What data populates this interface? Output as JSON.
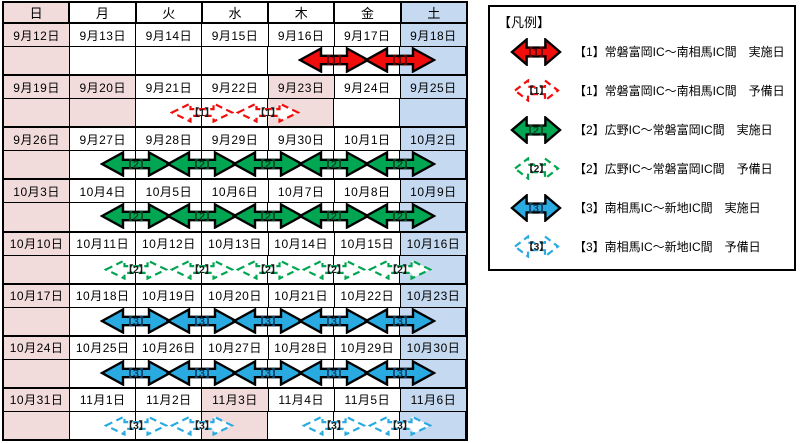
{
  "colors": {
    "holiday_bg": "#f2dcdb",
    "saturday_bg": "#c5d9f1",
    "weekday_bg": "#ffffff",
    "grid": "#000000"
  },
  "series": {
    "1": {
      "label": "【1】",
      "color": "#f20d0d",
      "dark": "#5d0808"
    },
    "2": {
      "label": "【2】",
      "color": "#00a651",
      "dark": "#0b4526"
    },
    "3": {
      "label": "【3】",
      "color": "#29abe2",
      "dark": "#103f63"
    }
  },
  "calendar": {
    "day_headers": [
      {
        "label": "日",
        "type": "sun"
      },
      {
        "label": "月",
        "type": "wd"
      },
      {
        "label": "火",
        "type": "wd"
      },
      {
        "label": "水",
        "type": "wd"
      },
      {
        "label": "木",
        "type": "wd"
      },
      {
        "label": "金",
        "type": "wd"
      },
      {
        "label": "土",
        "type": "sat"
      }
    ],
    "weeks": [
      {
        "cells": [
          {
            "date": "9月12日",
            "type": "sun"
          },
          {
            "date": "9月13日",
            "type": "wd"
          },
          {
            "date": "9月14日",
            "type": "wd"
          },
          {
            "date": "9月15日",
            "type": "wd"
          },
          {
            "date": "9月16日",
            "type": "wd"
          },
          {
            "date": "9月17日",
            "type": "wd"
          },
          {
            "date": "9月18日",
            "type": "sat"
          }
        ],
        "arrows": [
          {
            "b": 5,
            "style": "solid",
            "series": "1"
          },
          {
            "b": 6,
            "style": "solid",
            "series": "1"
          }
        ]
      },
      {
        "cells": [
          {
            "date": "9月19日",
            "type": "sun"
          },
          {
            "date": "9月20日",
            "type": "hol"
          },
          {
            "date": "9月21日",
            "type": "wd"
          },
          {
            "date": "9月22日",
            "type": "wd"
          },
          {
            "date": "9月23日",
            "type": "hol"
          },
          {
            "date": "9月24日",
            "type": "wd"
          },
          {
            "date": "9月25日",
            "type": "sat"
          }
        ],
        "arrows": [
          {
            "b": 3,
            "style": "dashed",
            "series": "1"
          },
          {
            "b": 4,
            "style": "dashed",
            "series": "1"
          }
        ]
      },
      {
        "cells": [
          {
            "date": "9月26日",
            "type": "sun"
          },
          {
            "date": "9月27日",
            "type": "wd"
          },
          {
            "date": "9月28日",
            "type": "wd"
          },
          {
            "date": "9月29日",
            "type": "wd"
          },
          {
            "date": "9月30日",
            "type": "wd"
          },
          {
            "date": "10月1日",
            "type": "wd"
          },
          {
            "date": "10月2日",
            "type": "sat"
          }
        ],
        "arrows": [
          {
            "b": 2,
            "style": "solid",
            "series": "2"
          },
          {
            "b": 3,
            "style": "solid",
            "series": "2"
          },
          {
            "b": 4,
            "style": "solid",
            "series": "2"
          },
          {
            "b": 5,
            "style": "solid",
            "series": "2"
          },
          {
            "b": 6,
            "style": "solid",
            "series": "2"
          }
        ]
      },
      {
        "cells": [
          {
            "date": "10月3日",
            "type": "sun"
          },
          {
            "date": "10月4日",
            "type": "wd"
          },
          {
            "date": "10月5日",
            "type": "wd"
          },
          {
            "date": "10月6日",
            "type": "wd"
          },
          {
            "date": "10月7日",
            "type": "wd"
          },
          {
            "date": "10月8日",
            "type": "wd"
          },
          {
            "date": "10月9日",
            "type": "sat"
          }
        ],
        "arrows": [
          {
            "b": 2,
            "style": "solid",
            "series": "2"
          },
          {
            "b": 3,
            "style": "solid",
            "series": "2"
          },
          {
            "b": 4,
            "style": "solid",
            "series": "2"
          },
          {
            "b": 5,
            "style": "solid",
            "series": "2"
          },
          {
            "b": 6,
            "style": "solid",
            "series": "2"
          }
        ]
      },
      {
        "cells": [
          {
            "date": "10月10日",
            "type": "sun"
          },
          {
            "date": "10月11日",
            "type": "wd"
          },
          {
            "date": "10月12日",
            "type": "wd"
          },
          {
            "date": "10月13日",
            "type": "wd"
          },
          {
            "date": "10月14日",
            "type": "wd"
          },
          {
            "date": "10月15日",
            "type": "wd"
          },
          {
            "date": "10月16日",
            "type": "sat"
          }
        ],
        "arrows": [
          {
            "b": 2,
            "style": "dashed",
            "series": "2"
          },
          {
            "b": 3,
            "style": "dashed",
            "series": "2"
          },
          {
            "b": 4,
            "style": "dashed",
            "series": "2"
          },
          {
            "b": 5,
            "style": "dashed",
            "series": "2"
          },
          {
            "b": 6,
            "style": "dashed",
            "series": "2"
          }
        ]
      },
      {
        "cells": [
          {
            "date": "10月17日",
            "type": "sun"
          },
          {
            "date": "10月18日",
            "type": "wd"
          },
          {
            "date": "10月19日",
            "type": "wd"
          },
          {
            "date": "10月20日",
            "type": "wd"
          },
          {
            "date": "10月21日",
            "type": "wd"
          },
          {
            "date": "10月22日",
            "type": "wd"
          },
          {
            "date": "10月23日",
            "type": "sat"
          }
        ],
        "arrows": [
          {
            "b": 2,
            "style": "solid",
            "series": "3"
          },
          {
            "b": 3,
            "style": "solid",
            "series": "3"
          },
          {
            "b": 4,
            "style": "solid",
            "series": "3"
          },
          {
            "b": 5,
            "style": "solid",
            "series": "3"
          },
          {
            "b": 6,
            "style": "solid",
            "series": "3"
          }
        ]
      },
      {
        "cells": [
          {
            "date": "10月24日",
            "type": "sun"
          },
          {
            "date": "10月25日",
            "type": "wd"
          },
          {
            "date": "10月26日",
            "type": "wd"
          },
          {
            "date": "10月27日",
            "type": "wd"
          },
          {
            "date": "10月28日",
            "type": "wd"
          },
          {
            "date": "10月29日",
            "type": "wd"
          },
          {
            "date": "10月30日",
            "type": "sat"
          }
        ],
        "arrows": [
          {
            "b": 2,
            "style": "solid",
            "series": "3"
          },
          {
            "b": 3,
            "style": "solid",
            "series": "3"
          },
          {
            "b": 4,
            "style": "solid",
            "series": "3"
          },
          {
            "b": 5,
            "style": "solid",
            "series": "3"
          },
          {
            "b": 6,
            "style": "solid",
            "series": "3"
          }
        ]
      },
      {
        "cells": [
          {
            "date": "10月31日",
            "type": "sun"
          },
          {
            "date": "11月1日",
            "type": "wd"
          },
          {
            "date": "11月2日",
            "type": "wd"
          },
          {
            "date": "11月3日",
            "type": "hol"
          },
          {
            "date": "11月4日",
            "type": "wd"
          },
          {
            "date": "11月5日",
            "type": "wd"
          },
          {
            "date": "11月6日",
            "type": "sat"
          }
        ],
        "arrows": [
          {
            "b": 2,
            "style": "dashed",
            "series": "3"
          },
          {
            "b": 3,
            "style": "dashed",
            "series": "3"
          },
          {
            "b": 5,
            "style": "dashed",
            "series": "3"
          },
          {
            "b": 6,
            "style": "dashed",
            "series": "3"
          }
        ]
      }
    ]
  },
  "legend": {
    "title": "【凡例】",
    "items": [
      {
        "series": "1",
        "style": "solid",
        "label": "【1】常磐富岡IC〜南相馬IC間　実施日"
      },
      {
        "series": "1",
        "style": "dashed",
        "label": "【1】常磐富岡IC〜南相馬IC間　予備日"
      },
      {
        "series": "2",
        "style": "solid",
        "label": "【2】広野IC〜常磐富岡IC間　実施日"
      },
      {
        "series": "2",
        "style": "dashed",
        "label": "【2】広野IC〜常磐富岡IC間　予備日"
      },
      {
        "series": "3",
        "style": "solid",
        "label": "【3】南相馬IC〜新地IC間　実施日"
      },
      {
        "series": "3",
        "style": "dashed",
        "label": "【3】南相馬IC〜新地IC間　予備日"
      }
    ]
  }
}
